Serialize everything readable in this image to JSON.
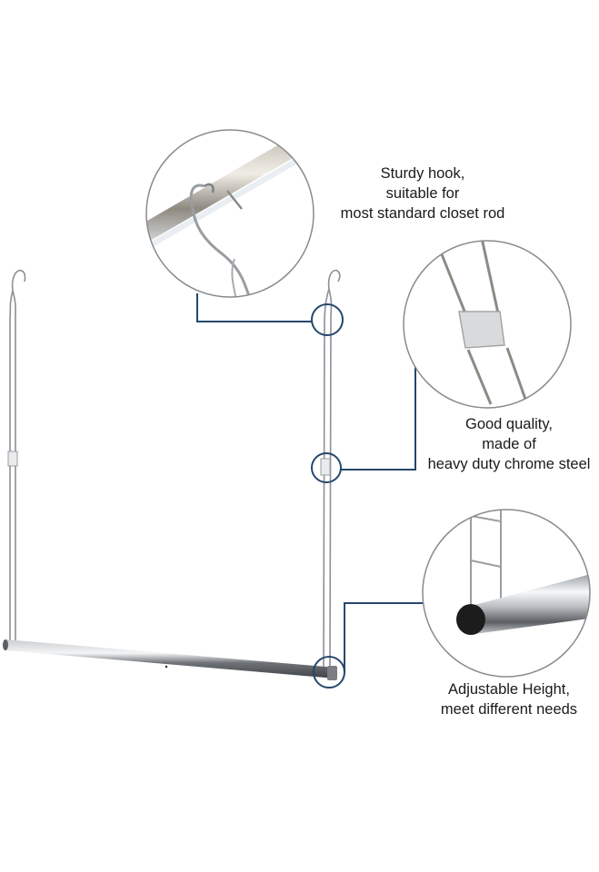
{
  "colors": {
    "connector": "#25476b",
    "circle_border": "#8a8a8a",
    "chrome_dark": "#6f7378",
    "chrome_light": "#d9dcdf",
    "text": "#1a1a1a"
  },
  "callouts": [
    {
      "id": "hook",
      "lines": [
        "Sturdy hook,",
        "suitable for",
        "most standard closet rod"
      ]
    },
    {
      "id": "quality",
      "lines": [
        "Good quality,",
        "made of",
        "heavy duty chrome steel"
      ]
    },
    {
      "id": "height",
      "lines": [
        "Adjustable Height,",
        "meet different needs"
      ]
    }
  ],
  "icons": [
    "hook-detail-icon",
    "clip-detail-icon",
    "rod-end-detail-icon"
  ]
}
